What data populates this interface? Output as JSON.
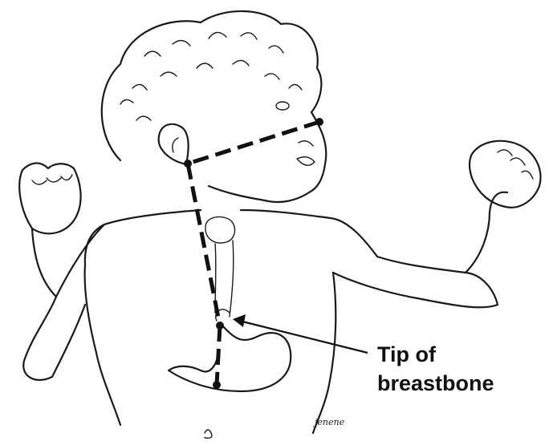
{
  "callout": {
    "line1": "Tip of",
    "line2": "breastbone"
  },
  "signature": "jenene",
  "colors": {
    "ink": "#1a1a1a",
    "background": "#ffffff"
  }
}
